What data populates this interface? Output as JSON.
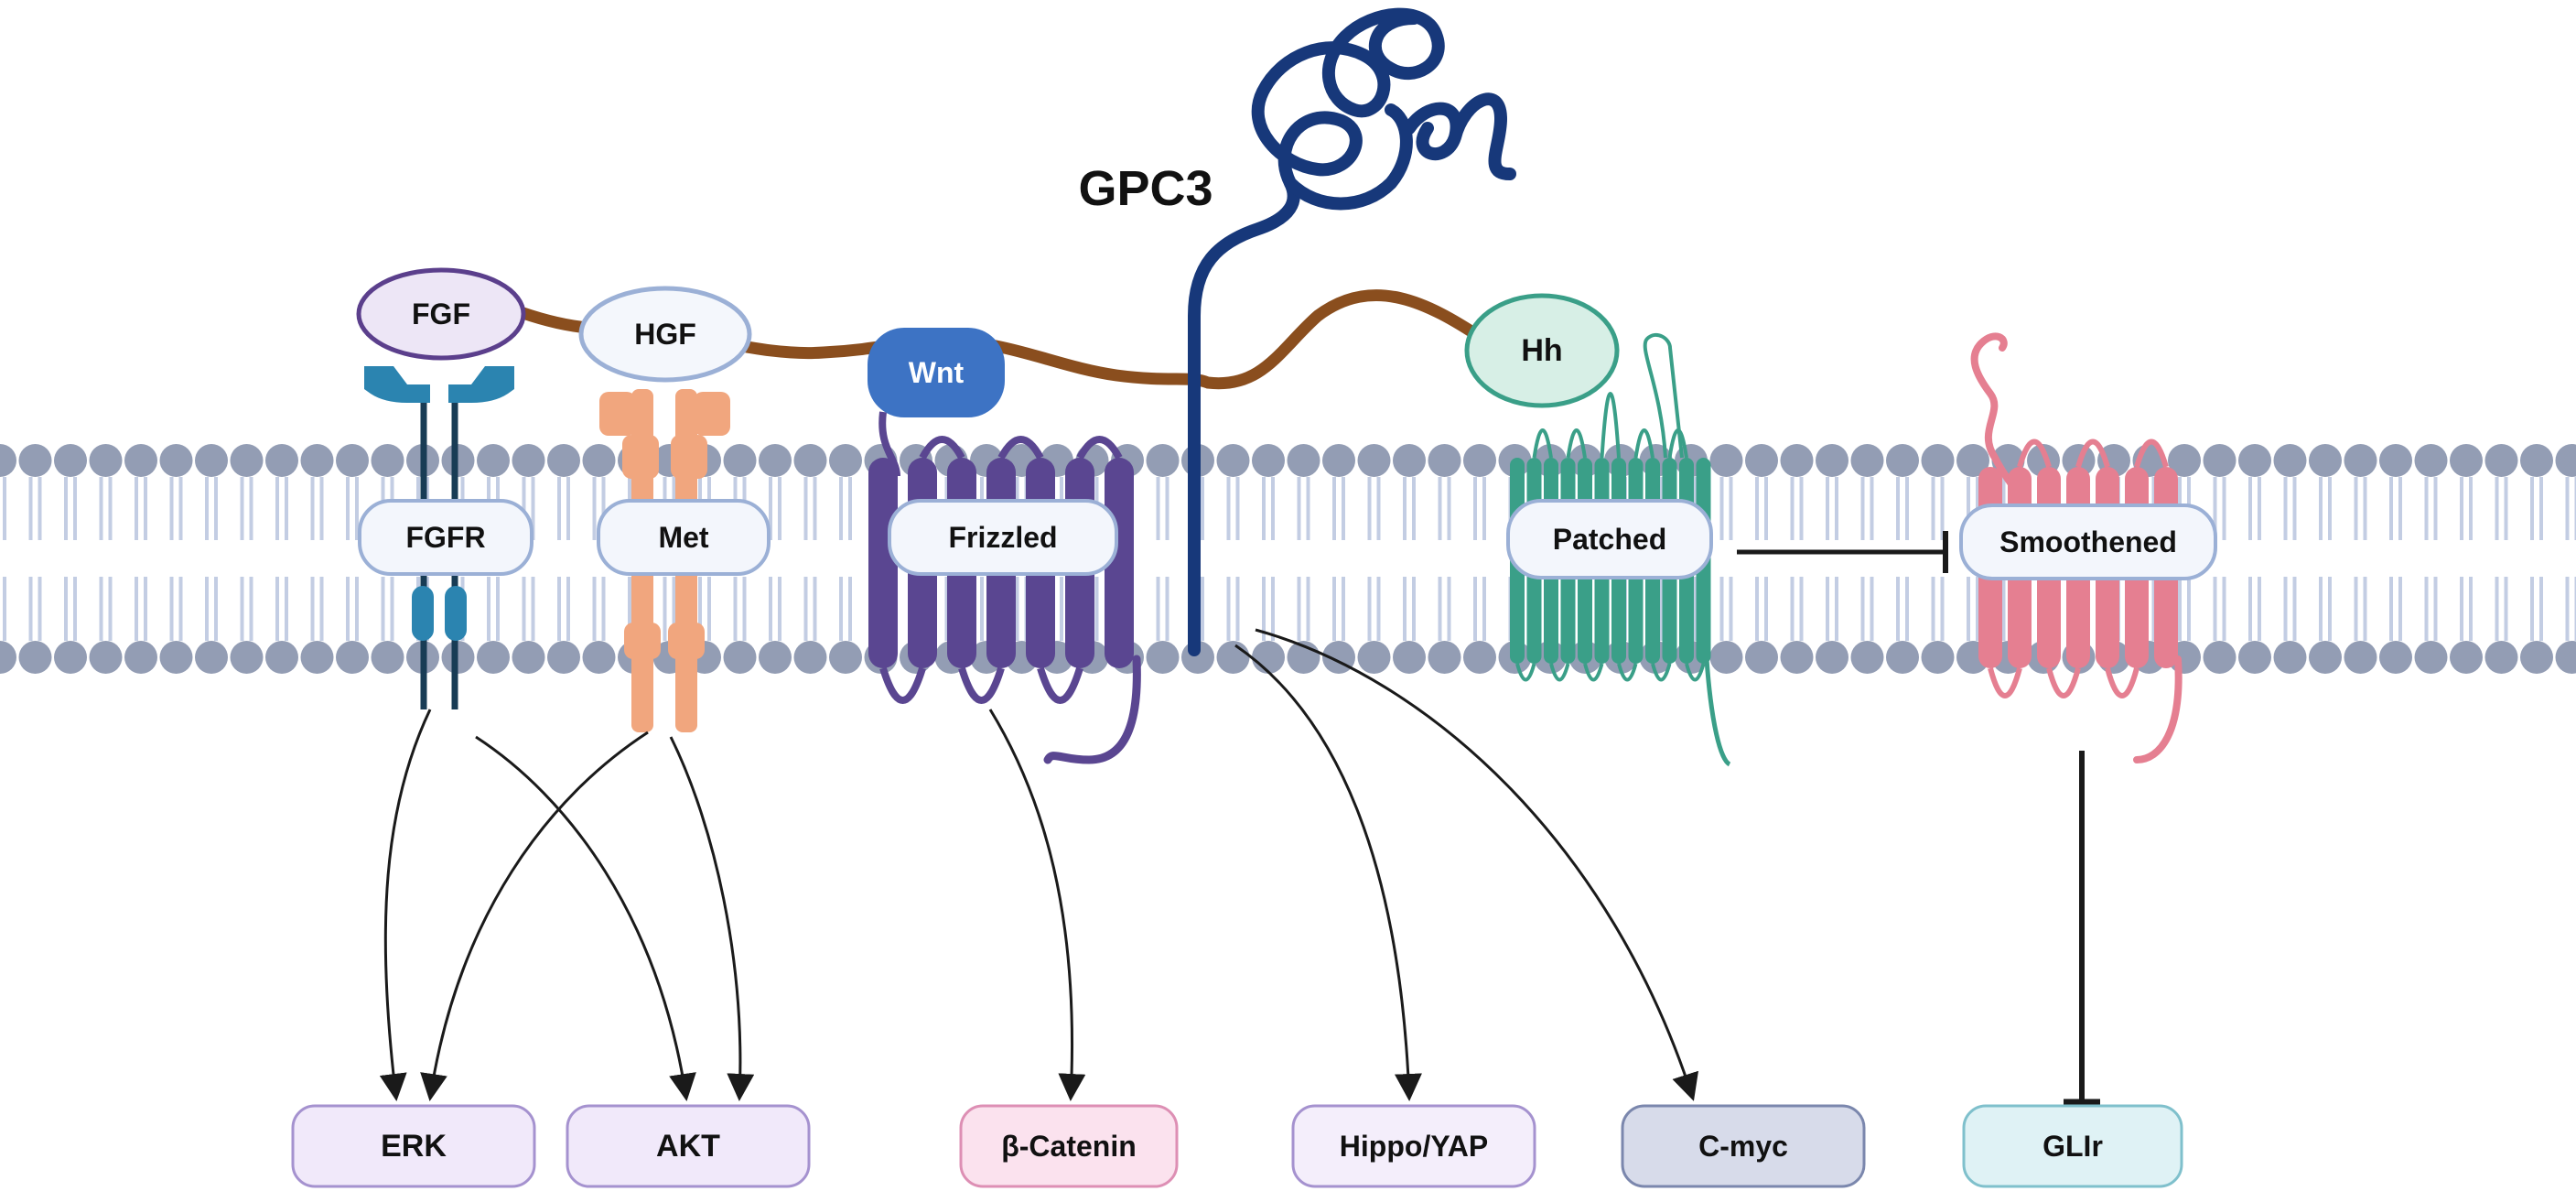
{
  "colors": {
    "lipid_head": "#939db4",
    "lipid_tail": "#c3cde3",
    "heparan_chain": "#8a4e1e",
    "gpc3": "#17387a",
    "fgf_border": "#5b3f8c",
    "fgf_fill": "#ede6f6",
    "fgfr": "#2b84b0",
    "fgfr_stem": "#183c55",
    "met": "#f1a67e",
    "wnt": "#3d73c4",
    "frizzled": "#5a4691",
    "patched": "#3a9f88",
    "smoothened": "#e57f91",
    "label_border": "#9bb0d6",
    "label_fill": "#f3f6fc",
    "arrow": "#1a1a1a"
  },
  "labels": {
    "gpc3": "GPC3",
    "fgf": "FGF",
    "hgf": "HGF",
    "wnt": "Wnt",
    "hh": "Hh",
    "fgfr": "FGFR",
    "met": "Met",
    "frizzled": "Frizzled",
    "patched": "Patched",
    "smoothened": "Smoothened"
  },
  "outputs": [
    {
      "id": "erk",
      "label": "ERK",
      "fill": "#f1e9fa",
      "stroke": "#a592cf"
    },
    {
      "id": "akt",
      "label": "AKT",
      "fill": "#f1e9fa",
      "stroke": "#a592cf"
    },
    {
      "id": "beta-catenin",
      "label": "β-Catenin",
      "fill": "#fbe2ee",
      "stroke": "#dd8fb4"
    },
    {
      "id": "hippo-yap",
      "label": "Hippo/YAP",
      "fill": "#f4eefb",
      "stroke": "#a592cf"
    },
    {
      "id": "c-myc",
      "label": "C-myc",
      "fill": "#d7dbea",
      "stroke": "#7b87ad"
    },
    {
      "id": "glir",
      "label": "GLIr",
      "fill": "#dff2f5",
      "stroke": "#7fc0cc"
    }
  ]
}
